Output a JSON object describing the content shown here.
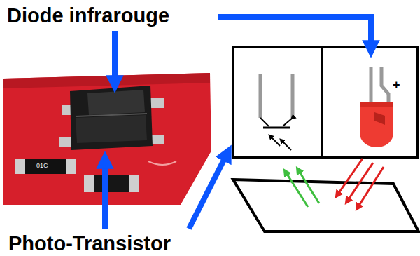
{
  "diagram": {
    "labels": [
      "Diode infrarouge",
      "Photo-Transistor",
      "+",
      "01C"
    ]
  }
}
